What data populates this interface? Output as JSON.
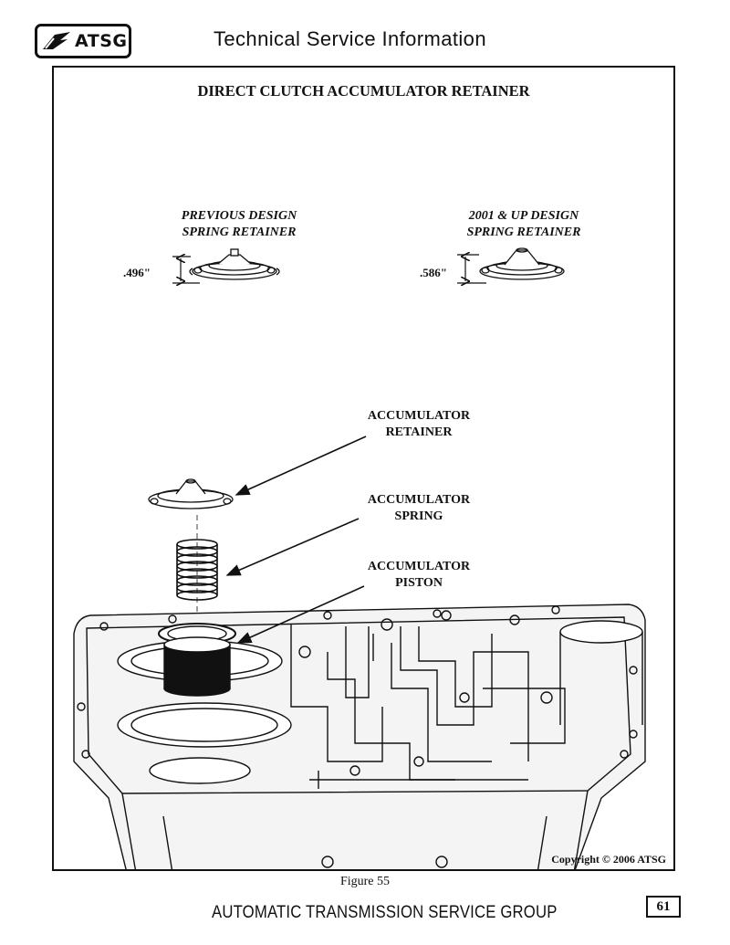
{
  "header": {
    "logo_text": "ATSG",
    "title": "Technical Service Information"
  },
  "figure": {
    "title": "DIRECT CLUTCH ACCUMULATOR RETAINER",
    "previous_design": [
      "PREVIOUS DESIGN",
      "SPRING RETAINER"
    ],
    "new_design": [
      "2001 & UP DESIGN",
      "SPRING RETAINER"
    ],
    "previous_height": ".496\"",
    "new_height": ".586\"",
    "labels": {
      "retainer": [
        "ACCUMULATOR",
        "RETAINER"
      ],
      "spring": [
        "ACCUMULATOR",
        "SPRING"
      ],
      "piston": [
        "ACCUMULATOR",
        "PISTON"
      ]
    },
    "copyright": "Copyright © 2006 ATSG",
    "caption": "Figure 55"
  },
  "footer": {
    "company": "AUTOMATIC TRANSMISSION SERVICE GROUP",
    "page_number": "61"
  },
  "icons": [
    "atsg-logo-icon",
    "arrow-icon"
  ]
}
